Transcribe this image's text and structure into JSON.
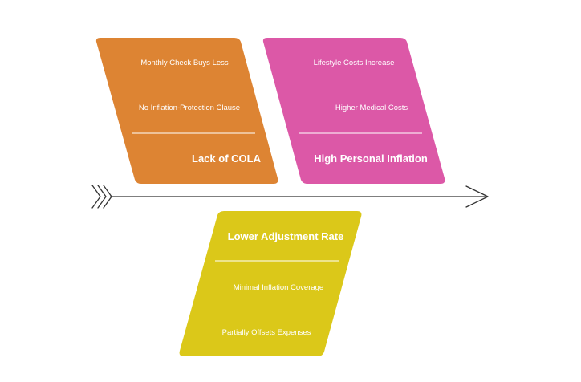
{
  "colors": {
    "background": "#ffffff",
    "spine": "#333333",
    "text": "#ffffff"
  },
  "causes": [
    {
      "title": "Lack of COLA",
      "items": [
        "Monthly Check Buys Less",
        "No Inflation-Protection Clause"
      ],
      "color": "#dd8433",
      "position": "top"
    },
    {
      "title": "High Personal Inflation",
      "items": [
        "Lifestyle Costs Increase",
        "Higher Medical Costs"
      ],
      "color": "#dc58a7",
      "position": "top"
    },
    {
      "title": "Lower Adjustment Rate",
      "items": [
        "Minimal Inflation Coverage",
        "Partially Offsets Expenses"
      ],
      "color": "#dbc819",
      "position": "bottom"
    }
  ]
}
